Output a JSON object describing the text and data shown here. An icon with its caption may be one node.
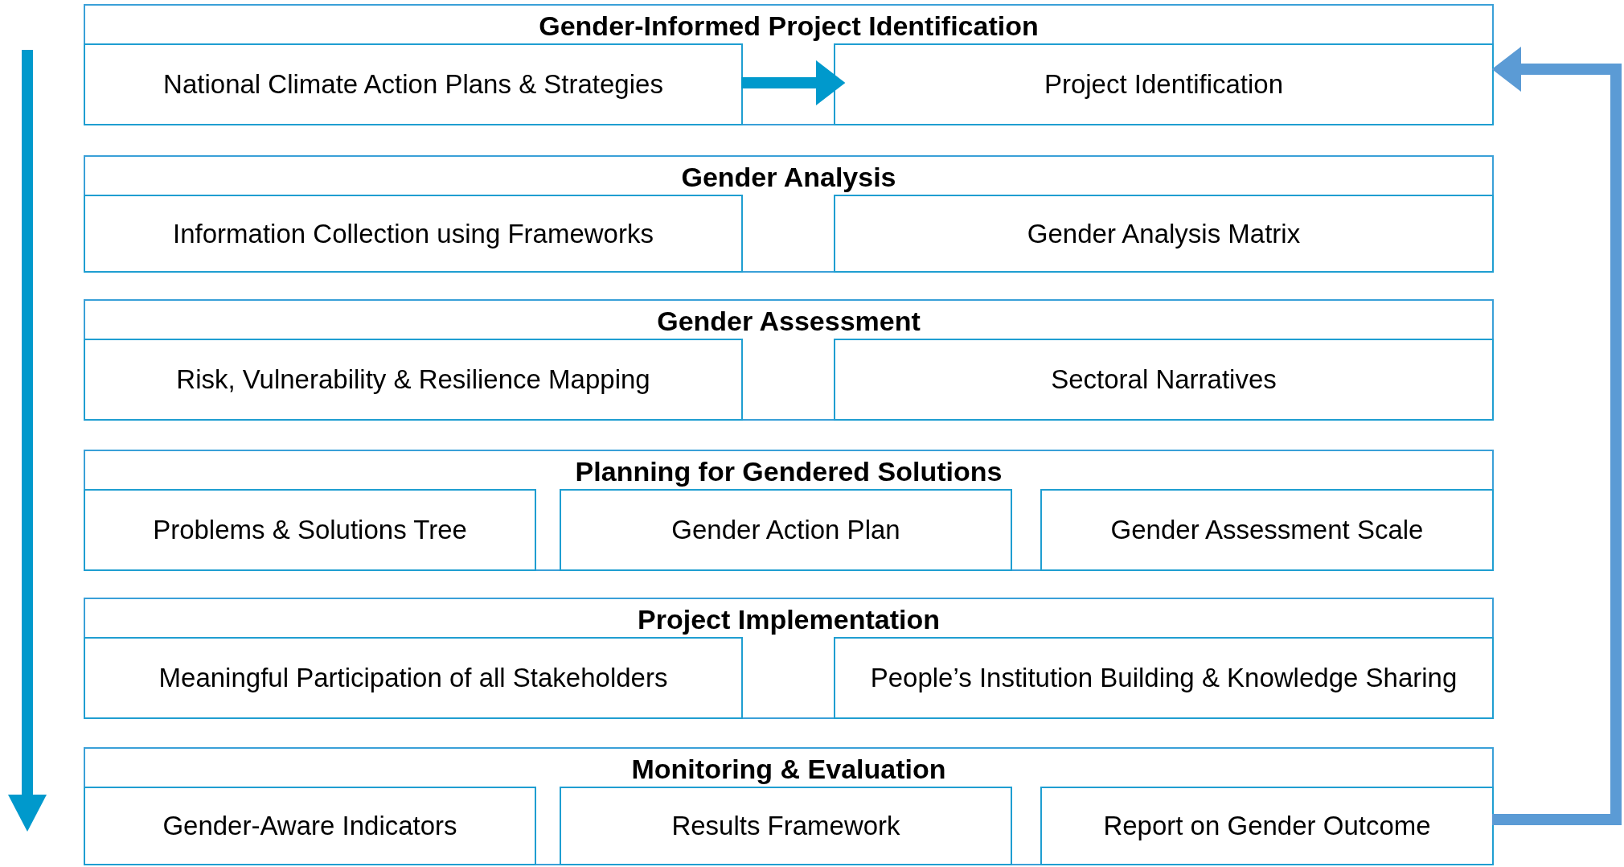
{
  "diagram": {
    "nodes": [
      {
        "text": [
          "Gender-Informed Project Identification"
        ]
      },
      {
        "text": [
          "National Climate Action Plans & Strategies"
        ],
        "in": 0
      },
      {
        "text": [
          "Project Identification"
        ],
        "in": 0
      },
      {
        "text": [
          "Gender Analysis"
        ]
      },
      {
        "text": [
          "Information Collection using Frameworks"
        ],
        "in": 3
      },
      {
        "text": [
          "Gender Analysis Matrix"
        ],
        "in": 3
      },
      {
        "text": [
          "Gender Assessment"
        ]
      },
      {
        "text": [
          "Risk, Vulnerability & Resilience Mapping"
        ],
        "in": 6
      },
      {
        "text": [
          "Sectoral Narratives"
        ],
        "in": 6
      },
      {
        "text": [
          "Planning for Gendered Solutions"
        ]
      },
      {
        "text": [
          "Problems & Solutions Tree"
        ],
        "in": 9
      },
      {
        "text": [
          "Gender Action Plan"
        ],
        "in": 9
      },
      {
        "text": [
          "Gender Assessment Scale"
        ],
        "in": 9
      },
      {
        "text": [
          "Project Implementation"
        ]
      },
      {
        "text": [
          "Meaningful Participation of all Stakeholders"
        ],
        "in": 13
      },
      {
        "text": [
          "People’s Institution Building & Knowledge Sharing"
        ],
        "in": 13
      },
      {
        "text": [
          "Monitoring & Evaluation"
        ]
      },
      {
        "text": [
          "Gender-Aware Indicators"
        ],
        "in": 16
      },
      {
        "text": [
          "Results Framework"
        ],
        "in": 16
      },
      {
        "text": [
          "Report on Gender Outcome"
        ],
        "in": 16
      }
    ],
    "edges": [
      {
        "from": 1,
        "to": 2,
        "arrow": "to",
        "color": "#0099cc"
      },
      {
        "from": 19,
        "to": 2,
        "arrow": "to",
        "color": "#5b9bd5"
      }
    ]
  }
}
